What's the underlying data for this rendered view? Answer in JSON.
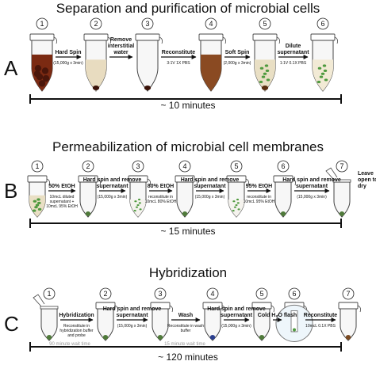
{
  "panels": [
    {
      "letter": "A",
      "title": "Separation and purification of microbial cells",
      "total": "~ 10 minutes",
      "tubes": [
        {
          "n": "1",
          "fill": "#7b2a12",
          "level": 0.72,
          "pellet": false,
          "cap_open": false,
          "dots": "large"
        },
        {
          "n": "2",
          "fill": "#e8dcc0",
          "level": 0.62,
          "pellet": true,
          "pellet_color": "#3a1208",
          "cap_open": false
        },
        {
          "n": "3",
          "fill": "#ffffff",
          "level": 0.0,
          "pellet": true,
          "pellet_color": "#3a1208",
          "cap_open": false
        },
        {
          "n": "4",
          "fill": "#8a4a22",
          "level": 0.72,
          "pellet": false,
          "cap_open": false
        },
        {
          "n": "5",
          "fill": "#e9dfc4",
          "level": 0.62,
          "pellet": true,
          "pellet_color": "#5a2e10",
          "cap_open": false,
          "dots": "green"
        },
        {
          "n": "6",
          "fill": "#f2ead5",
          "level": 0.62,
          "pellet": false,
          "cap_open": false,
          "dots": "green"
        }
      ],
      "steps": [
        {
          "label": "Hard Spin",
          "sub": [
            "(15,000g x 3min)"
          ]
        },
        {
          "label": "Remove\ninterstitial\nwater",
          "sub": []
        },
        {
          "label": "Reconstitute",
          "sub": [
            "3:1V 1X PBS"
          ]
        },
        {
          "label": "Soft Spin",
          "sub": [
            "(2,000g x 3min)"
          ]
        },
        {
          "label": "Dilute\nsupernatant",
          "sub": [
            "1:1V 0.1X PBS"
          ]
        }
      ]
    },
    {
      "letter": "B",
      "title": "Permeabilization of microbial cell membranes",
      "total": "~ 15 minutes",
      "tubes": [
        {
          "n": "1",
          "fill": "#e9dfc4",
          "level": 0.62,
          "pellet": false,
          "dots": "green"
        },
        {
          "n": "2",
          "fill": "#ffffff",
          "level": 0.0,
          "pellet": true,
          "pellet_color": "#4f7a3a"
        },
        {
          "n": "3",
          "fill": "#f5f3ee",
          "level": 0.5,
          "pellet": false,
          "dots": "green-small"
        },
        {
          "n": "4",
          "fill": "#ffffff",
          "level": 0.0,
          "pellet": true,
          "pellet_color": "#4f7a3a"
        },
        {
          "n": "5",
          "fill": "#f5f3ee",
          "level": 0.5,
          "pellet": false,
          "dots": "green-small"
        },
        {
          "n": "6",
          "fill": "#ffffff",
          "level": 0.0,
          "pellet": true,
          "pellet_color": "#4f7a3a"
        },
        {
          "n": "7",
          "fill": "#ffffff",
          "level": 0.0,
          "pellet": true,
          "pellet_color": "#4f7a3a",
          "cap_open": true
        }
      ],
      "steps": [
        {
          "label": "50% EtOH",
          "sub": [
            "10mcL diluted",
            "supernatant +",
            "10mcL 95% EtOH"
          ]
        },
        {
          "label": "Hard spin and remove\nsupernatant",
          "sub": [
            "(15,000g x 3min)"
          ]
        },
        {
          "label": "80% EtOH",
          "sub": [
            "reconstitute in",
            "10mcL 80% EtOH"
          ]
        },
        {
          "label": "Hard spin and remove\nsupernatant",
          "sub": [
            "(15,000g x 3min)"
          ]
        },
        {
          "label": "95% EtOH",
          "sub": [
            "reconstitute in",
            "10mcL 95% EtOH"
          ]
        },
        {
          "label": "Hard spin and remove\nsupernatant",
          "sub": [
            "(15,000g x 3min)"
          ]
        },
        {
          "label": "Leave\nopen to\ndry",
          "sub": []
        }
      ]
    },
    {
      "letter": "C",
      "title": "Hybridization",
      "total": "~ 120 minutes",
      "tubes": [
        {
          "n": "1",
          "fill": "#ffffff",
          "level": 0.0,
          "pellet": true,
          "pellet_color": "#4f7a3a",
          "cap_open": true
        },
        {
          "n": "2",
          "fill": "#ffffff",
          "level": 0.0,
          "pellet": true,
          "pellet_color": "#4f7a3a"
        },
        {
          "n": "3",
          "fill": "#ffffff",
          "level": 0.0,
          "pellet": true,
          "pellet_color": "#4f7a3a"
        },
        {
          "n": "4",
          "fill": "#ffffff",
          "level": 0.0,
          "pellet": true,
          "pellet_color": "#2b3f8f"
        },
        {
          "n": "5",
          "fill": "#ffffff",
          "level": 0.0,
          "pellet": true,
          "pellet_color": "#4f7a3a"
        },
        {
          "n": "6",
          "fill": "#ffffff",
          "level": 0.0,
          "pellet": false,
          "magnified": true
        },
        {
          "n": "7",
          "fill": "#ffffff",
          "level": 0.0,
          "pellet": true,
          "pellet_color": "#7a4a22"
        }
      ],
      "steps": [
        {
          "label": "Hybridization",
          "sub": [
            "Reconstitute in",
            "hybridization buffer",
            "and probe"
          ]
        },
        {
          "label": "Hard spin and remove\nsupernatant",
          "sub": [
            "(15,000g x 3min)"
          ]
        },
        {
          "label": "Wash",
          "sub": [
            "Reconstitute in wash",
            "buffer"
          ]
        },
        {
          "label": "Hard spin and remove\nsupernatant",
          "sub": [
            "(15,000g x 3min)"
          ]
        },
        {
          "label": "Cold H₂O flash",
          "sub": []
        },
        {
          "label": "Reconstitute",
          "sub": [
            "10mcL 0.1X PBS"
          ]
        }
      ],
      "wait_notes": [
        "90 minute wait time",
        "15 minute wait time"
      ]
    }
  ],
  "colors": {
    "stroke": "#222222",
    "tube_outline": "#444444",
    "tube_glass": "#f7f7f7",
    "green": "#4f9a3f"
  }
}
